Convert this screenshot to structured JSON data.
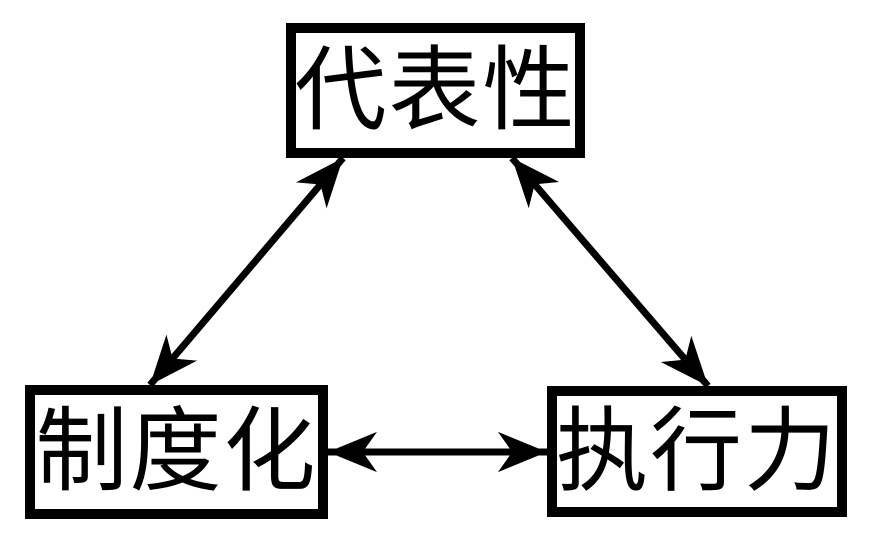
{
  "diagram": {
    "background_color": "#ffffff",
    "stroke_color": "#000000",
    "nodes": [
      {
        "id": "representativeness",
        "label": "代表性"
      },
      {
        "id": "institutionalization",
        "label": "制度化"
      },
      {
        "id": "execution",
        "label": "执行力"
      }
    ],
    "edges": [
      {
        "from": "代表性",
        "to": "制度化",
        "direction": "bidirectional"
      },
      {
        "from": "代表性",
        "to": "执行力",
        "direction": "bidirectional"
      },
      {
        "from": "制度化",
        "to": "执行力",
        "direction": "bidirectional"
      }
    ]
  }
}
